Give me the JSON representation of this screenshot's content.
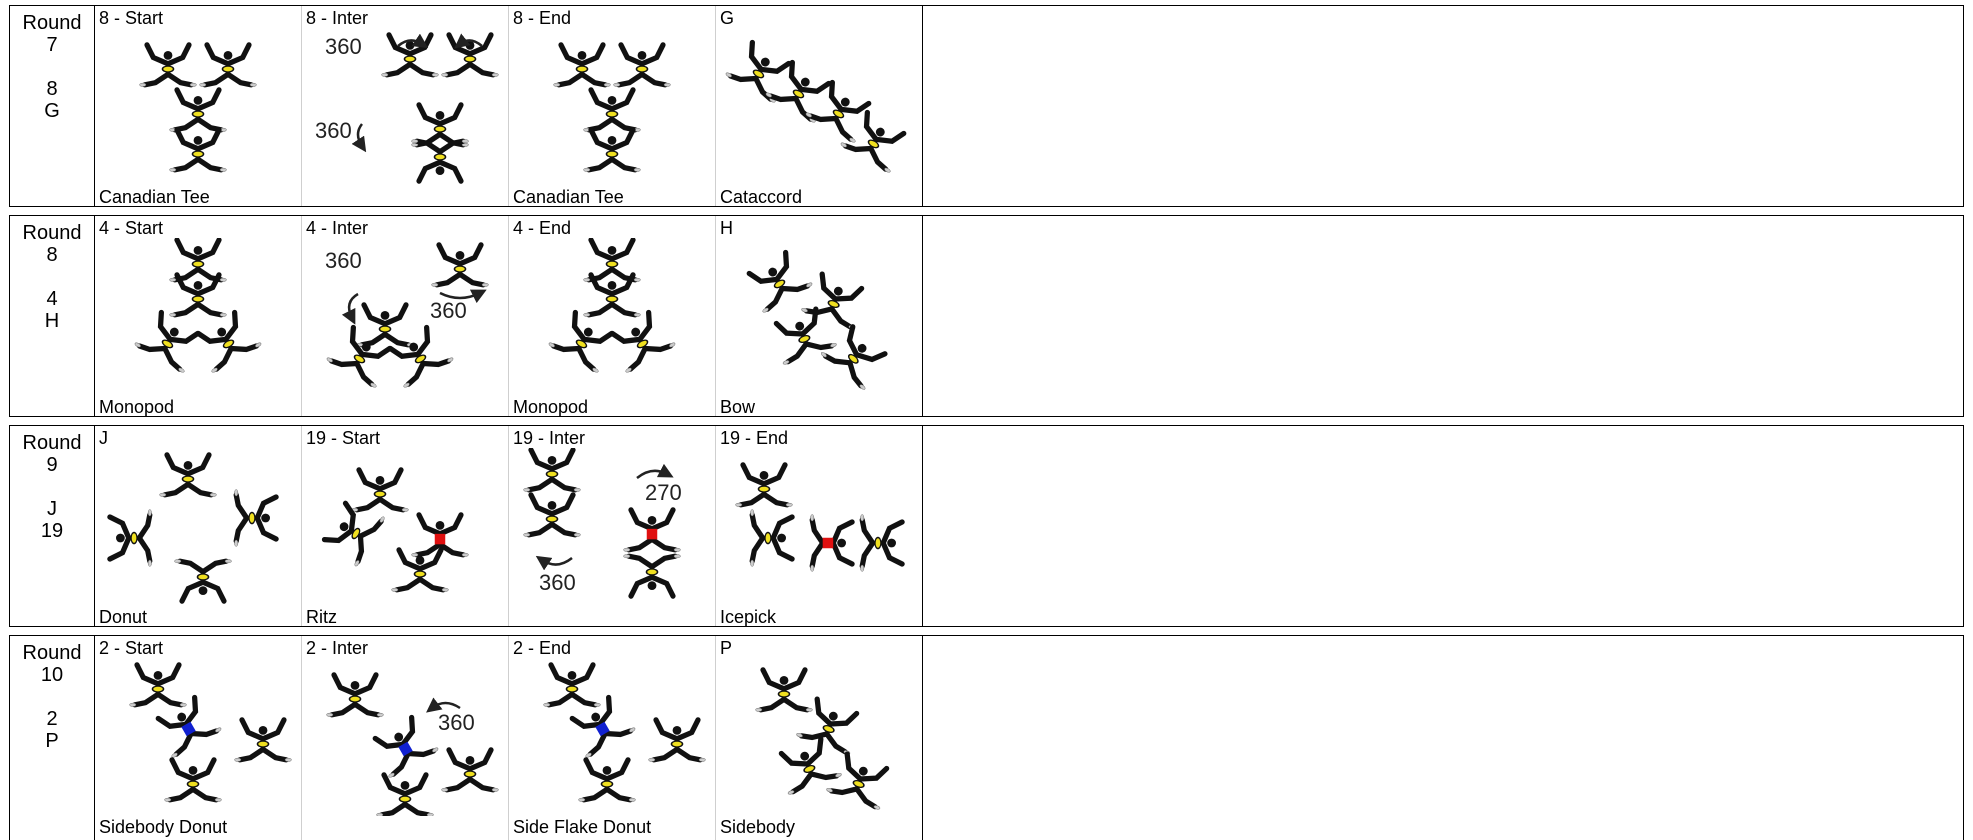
{
  "rounds": [
    {
      "label": [
        "Round",
        "7",
        "",
        "8",
        "G"
      ],
      "cells": [
        {
          "top": "8 - Start",
          "bottom": "Canadian Tee",
          "figure": "canadian-tee"
        },
        {
          "top": "8 - Inter",
          "bottom": "",
          "figure": "canadian-tee-inter",
          "rotations": [
            "360",
            "360"
          ]
        },
        {
          "top": "8 - End",
          "bottom": "Canadian Tee",
          "figure": "canadian-tee"
        },
        {
          "top": "G",
          "bottom": "Cataccord",
          "figure": "cataccord"
        }
      ]
    },
    {
      "label": [
        "Round",
        "8",
        "",
        "4",
        "H"
      ],
      "cells": [
        {
          "top": "4 - Start",
          "bottom": "Monopod",
          "figure": "monopod"
        },
        {
          "top": "4 - Inter",
          "bottom": "",
          "figure": "monopod-inter",
          "rotations": [
            "360",
            "360"
          ]
        },
        {
          "top": "4 - End",
          "bottom": "Monopod",
          "figure": "monopod"
        },
        {
          "top": "H",
          "bottom": "Bow",
          "figure": "bow"
        }
      ]
    },
    {
      "label": [
        "Round",
        "9",
        "",
        "J",
        "19"
      ],
      "cells": [
        {
          "top": "J",
          "bottom": "Donut",
          "figure": "donut"
        },
        {
          "top": "19 - Start",
          "bottom": "Ritz",
          "figure": "ritz"
        },
        {
          "top": "19 - Inter",
          "bottom": "",
          "figure": "ritz-inter",
          "rotations": [
            "270",
            "360"
          ]
        },
        {
          "top": "19 - End",
          "bottom": "Icepick",
          "figure": "icepick"
        }
      ]
    },
    {
      "label": [
        "Round",
        "10",
        "",
        "2",
        "P"
      ],
      "cells": [
        {
          "top": "2 - Start",
          "bottom": "Sidebody Donut",
          "figure": "sidebody-donut"
        },
        {
          "top": "2 - Inter",
          "bottom": "",
          "figure": "sidebody-donut-inter",
          "rotations": [
            "360"
          ]
        },
        {
          "top": "2 - End",
          "bottom": "Side Flake Donut",
          "figure": "side-flake-donut"
        },
        {
          "top": "P",
          "bottom": "Sidebody",
          "figure": "sidebody"
        }
      ]
    }
  ],
  "colors": {
    "grip": "#f0e020",
    "body": "#111111",
    "red_marker": "#e01010",
    "blue_marker": "#1020d0"
  }
}
